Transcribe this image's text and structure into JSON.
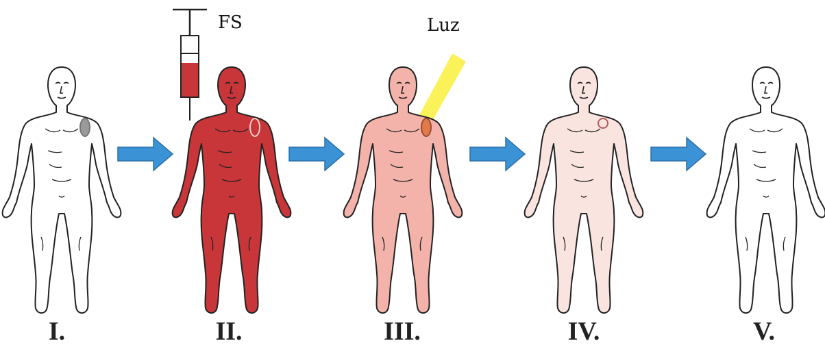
{
  "annotations": {
    "drug_label": "FS",
    "light_label": "Luz"
  },
  "steps": [
    {
      "label": "I.",
      "skin": "#ffffff",
      "lesion": "#9a9a9a",
      "lesion_stroke": "#777777"
    },
    {
      "label": "II.",
      "skin": "#c8363a",
      "lesion": "#c8363a",
      "lesion_stroke": "#f0d0c8"
    },
    {
      "label": "III.",
      "skin": "#f4b3aa",
      "lesion": "#e07a4a",
      "lesion_stroke": "#9c4b2e"
    },
    {
      "label": "IV.",
      "skin": "#f9e4df",
      "lesion": "#fbe3e0",
      "lesion_stroke": "#b85a5a"
    },
    {
      "label": "V.",
      "skin": "#ffffff",
      "lesion": "none",
      "lesion_stroke": "none"
    }
  ],
  "colors": {
    "arrow": "#3b93d6",
    "arrow_edge": "#2a6fa8",
    "light_beam": "#fbf25a",
    "syringe_fluid": "#c8363a",
    "outline": "#222222"
  }
}
